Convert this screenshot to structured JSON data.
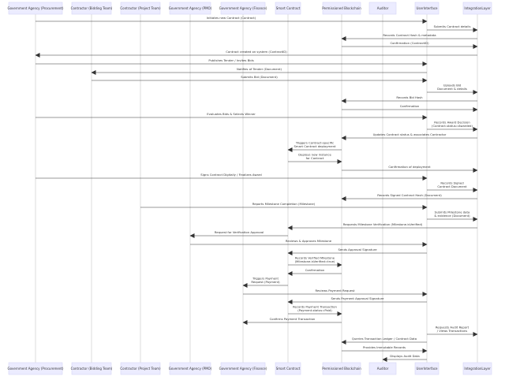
{
  "participants": [
    {
      "label": "Government Agency (Procurement)"
    },
    {
      "label": "Contractor (Bidding Team)"
    },
    {
      "label": "Contractor (Project Team)"
    },
    {
      "label": "Government Agency (PMO)"
    },
    {
      "label": "Government Agency (Finance)"
    },
    {
      "label": "Smart Contract"
    },
    {
      "label": "Permissioned Blockchain"
    },
    {
      "label": "Auditor"
    },
    {
      "label": "UserInterface"
    },
    {
      "label": "IntegrationLayer"
    }
  ],
  "messages": [
    {
      "from": 0,
      "to": 8,
      "lines": [
        "Initiates new Contract (Contract)"
      ]
    },
    {
      "from": 8,
      "to": 9,
      "lines": [
        "Submits Contract details"
      ]
    },
    {
      "from": 9,
      "to": 6,
      "lines": [
        "Records Contract Hash & metadata"
      ]
    },
    {
      "from": 6,
      "to": 9,
      "lines": [
        "Confirmation (ContractID)"
      ]
    },
    {
      "from": 9,
      "to": 0,
      "lines": [
        "Contract created on system (ContractID)"
      ]
    },
    {
      "from": 0,
      "to": 8,
      "lines": [
        "Publishes Tender / Invites Bids"
      ]
    },
    {
      "from": 8,
      "to": 1,
      "lines": [
        "Notifies of Tender (Document)"
      ]
    },
    {
      "from": 1,
      "to": 8,
      "lines": [
        "Submits Bid (Document)"
      ]
    },
    {
      "from": 8,
      "to": 9,
      "lines": [
        "Uploads Bid",
        "Document & details"
      ]
    },
    {
      "from": 9,
      "to": 6,
      "lines": [
        "Records Bid Hash"
      ]
    },
    {
      "from": 6,
      "to": 9,
      "lines": [
        "Confirmation"
      ]
    },
    {
      "from": 0,
      "to": 8,
      "lines": [
        "Evaluates Bids & Selects Winner"
      ]
    },
    {
      "from": 8,
      "to": 9,
      "lines": [
        "Records Award Decision",
        "(Contract.status=Awarded)"
      ]
    },
    {
      "from": 9,
      "to": 6,
      "lines": [
        "Updates Contract status & associates Contractor"
      ]
    },
    {
      "from": 6,
      "to": 5,
      "lines": [
        "Triggers Contract-specific",
        "Smart Contract deployment"
      ]
    },
    {
      "from": 5,
      "to": 6,
      "lines": [
        "Deploys new instance",
        "for Contract"
      ]
    },
    {
      "from": 6,
      "to": 9,
      "lines": [
        "Confirmation of deployment"
      ]
    },
    {
      "from": 0,
      "to": 8,
      "lines": [
        "Signs Contract Digitally / Finalizes Award"
      ]
    },
    {
      "from": 8,
      "to": 9,
      "lines": [
        "Records Signed",
        "Contract Document"
      ]
    },
    {
      "from": 9,
      "to": 6,
      "lines": [
        "Records Signed Contract Hash (Document)"
      ]
    },
    {
      "from": 2,
      "to": 8,
      "lines": [
        "Reports Milestone Completion (Milestone)"
      ]
    },
    {
      "from": 8,
      "to": 9,
      "lines": [
        "Submits Milestone data",
        "& evidence (Document)"
      ]
    },
    {
      "from": 9,
      "to": 5,
      "lines": [
        "Requests Milestone Verification (Milestone.isVerified)"
      ]
    },
    {
      "from": 5,
      "to": 3,
      "lines": [
        "Request for Verification Approval"
      ]
    },
    {
      "from": 3,
      "to": 8,
      "lines": [
        "Reviews & Approves Milestone"
      ]
    },
    {
      "from": 8,
      "to": 5,
      "lines": [
        "Sends Approval Signature"
      ]
    },
    {
      "from": 5,
      "to": 6,
      "lines": [
        "Records Verified Milestone",
        "(Milestone.isVerified=true)"
      ]
    },
    {
      "from": 6,
      "to": 5,
      "lines": [
        "Confirmation"
      ]
    },
    {
      "from": 5,
      "to": 4,
      "lines": [
        "Triggers Payment",
        "Request (Payment)"
      ]
    },
    {
      "from": 4,
      "to": 8,
      "lines": [
        "Reviews Payment Request"
      ]
    },
    {
      "from": 8,
      "to": 5,
      "lines": [
        "Sends Payment Approval Signature"
      ]
    },
    {
      "from": 5,
      "to": 6,
      "lines": [
        "Records Payment Transaction",
        "(Payment.status=Paid)"
      ]
    },
    {
      "from": 6,
      "to": 4,
      "lines": [
        "Confirms Payment Transaction"
      ]
    },
    {
      "from": 8,
      "to": 9,
      "lines": [
        "Requests Audit Report",
        "/ Views Transactions"
      ]
    },
    {
      "from": 8,
      "to": 6,
      "lines": [
        "Queries Transaction Ledger / Contract Data"
      ]
    },
    {
      "from": 6,
      "to": 8,
      "lines": [
        "Provides Immutable Records"
      ]
    },
    {
      "from": 8,
      "to": 7,
      "lines": [
        "Displays Audit Data"
      ]
    }
  ],
  "colors": {
    "box_fill": "#ececff",
    "box_stroke": "#d5d5f5",
    "lifeline": "#c4c4c4",
    "arrow": "#333333",
    "text": "#333333"
  }
}
